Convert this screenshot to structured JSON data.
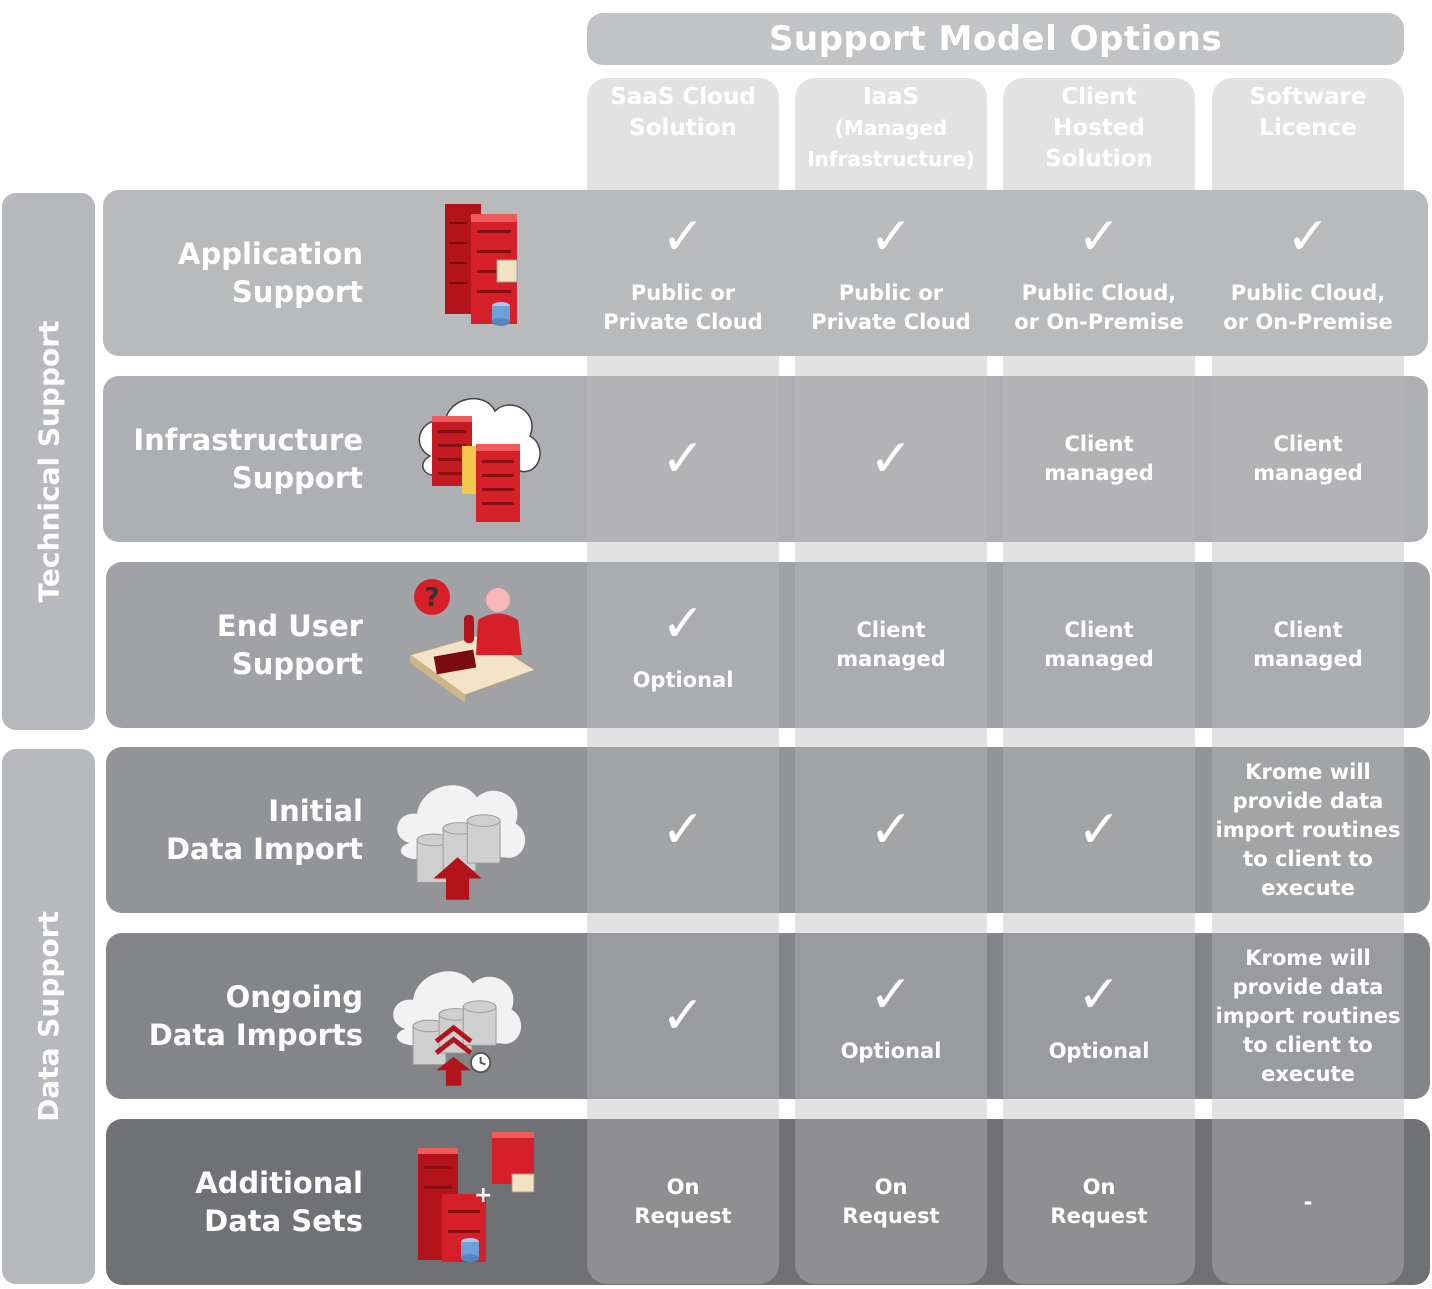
{
  "header": {
    "title": "Support Model Options"
  },
  "columns": [
    {
      "id": "saas",
      "lines": [
        "SaaS Cloud",
        "Solution"
      ]
    },
    {
      "id": "iaas",
      "lines": [
        "IaaS",
        "(Managed",
        "Infrastructure)"
      ]
    },
    {
      "id": "client_hosted",
      "lines": [
        "Client",
        "Hosted",
        "Solution"
      ]
    },
    {
      "id": "software_licence",
      "lines": [
        "Software",
        "Licence"
      ]
    }
  ],
  "groups": [
    {
      "label": "Technical Support"
    },
    {
      "label": "Data Support"
    }
  ],
  "check_glyph": "✓",
  "rows": [
    {
      "label_lines": [
        "Application",
        "Support"
      ],
      "icon": "server-database-icon",
      "cells": [
        {
          "check": true,
          "text": [
            "Public or",
            "Private Cloud"
          ]
        },
        {
          "check": true,
          "text": [
            "Public or",
            "Private Cloud"
          ]
        },
        {
          "check": true,
          "text": [
            "Public Cloud,",
            "or On-Premise"
          ]
        },
        {
          "check": true,
          "text": [
            "Public Cloud,",
            "or On-Premise"
          ]
        }
      ]
    },
    {
      "label_lines": [
        "Infrastructure",
        "Support"
      ],
      "icon": "cloud-servers-icon",
      "cells": [
        {
          "check": true,
          "text": []
        },
        {
          "check": true,
          "text": []
        },
        {
          "check": false,
          "text": [
            "Client",
            "managed"
          ]
        },
        {
          "check": false,
          "text": [
            "Client",
            "managed"
          ]
        }
      ]
    },
    {
      "label_lines": [
        "End User",
        "Support"
      ],
      "icon": "helpdesk-user-icon",
      "cells": [
        {
          "check": true,
          "text": [
            "Optional"
          ]
        },
        {
          "check": false,
          "text": [
            "Client",
            "managed"
          ]
        },
        {
          "check": false,
          "text": [
            "Client",
            "managed"
          ]
        },
        {
          "check": false,
          "text": [
            "Client",
            "managed"
          ]
        }
      ]
    },
    {
      "label_lines": [
        "Initial",
        "Data Import"
      ],
      "icon": "cloud-upload-database-icon",
      "cells": [
        {
          "check": true,
          "text": []
        },
        {
          "check": true,
          "text": []
        },
        {
          "check": true,
          "text": []
        },
        {
          "check": false,
          "text": [
            "Krome will",
            "provide data",
            "import routines",
            "to client to",
            "execute"
          ]
        }
      ]
    },
    {
      "label_lines": [
        "Ongoing",
        "Data Imports"
      ],
      "icon": "cloud-recurring-upload-icon",
      "cells": [
        {
          "check": true,
          "text": []
        },
        {
          "check": true,
          "text": [
            "Optional"
          ]
        },
        {
          "check": true,
          "text": [
            "Optional"
          ]
        },
        {
          "check": false,
          "text": [
            "Krome will",
            "provide data",
            "import routines",
            "to client to",
            "execute"
          ]
        }
      ]
    },
    {
      "label_lines": [
        "Additional",
        "Data Sets"
      ],
      "icon": "add-server-icon",
      "cells": [
        {
          "check": false,
          "text": [
            "On",
            "Request"
          ]
        },
        {
          "check": false,
          "text": [
            "On",
            "Request"
          ]
        },
        {
          "check": false,
          "text": [
            "On",
            "Request"
          ]
        },
        {
          "check": false,
          "text": [
            "-"
          ]
        }
      ]
    }
  ]
}
